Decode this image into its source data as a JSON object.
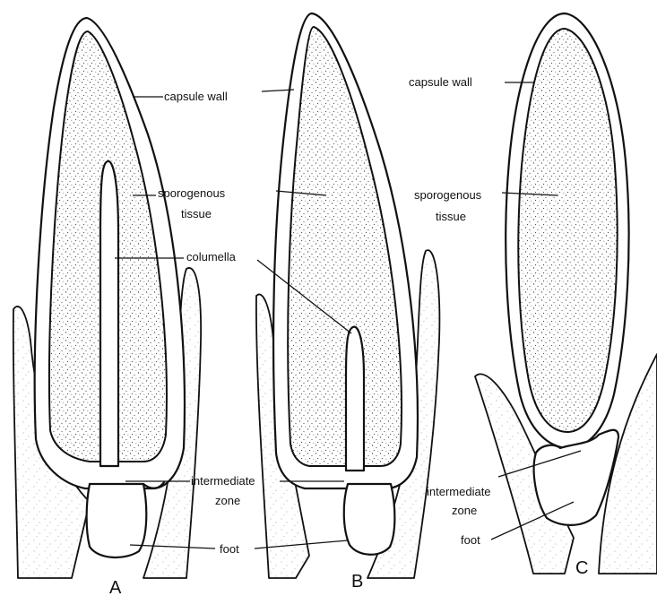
{
  "labels": {
    "capsule_wall": "capsule wall",
    "sporogenous": "sporogenous",
    "tissue": "tissue",
    "columella": "columella",
    "intermediate": "intermediate",
    "zone": "zone",
    "foot": "foot"
  },
  "panels": {
    "a": "A",
    "b": "B",
    "c": "C"
  }
}
